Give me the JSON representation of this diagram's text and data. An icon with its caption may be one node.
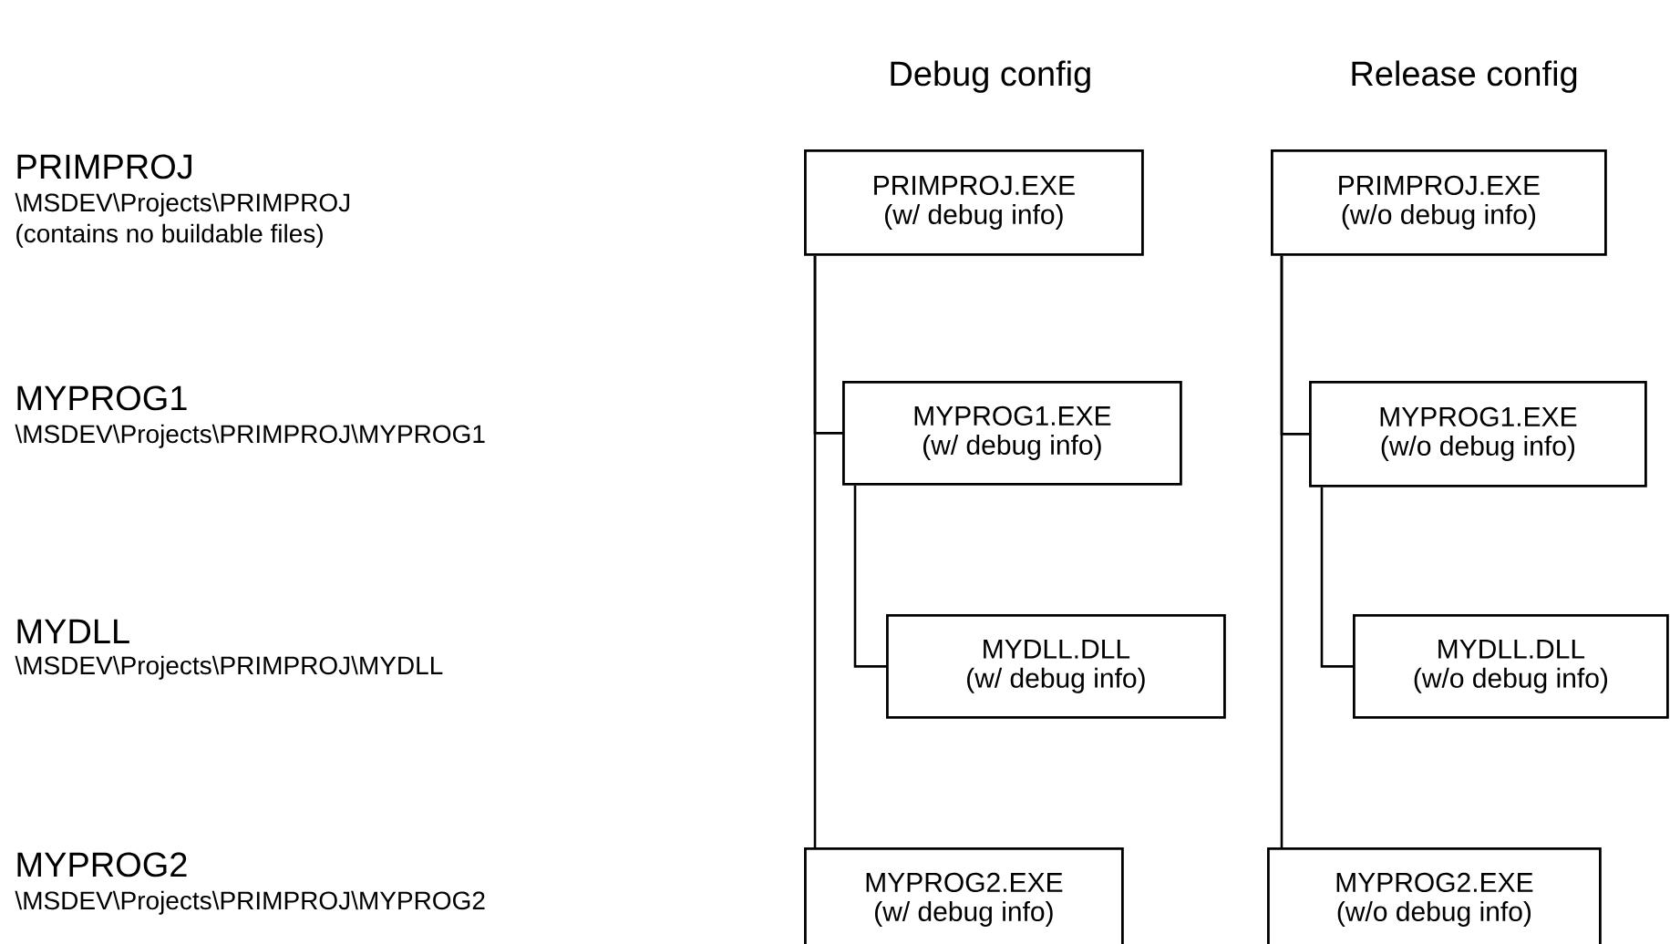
{
  "diagram": {
    "nodes": [
      {
        "text": [
          "PRIMPROJ.EXE",
          "(w/ debug info)"
        ]
      },
      {
        "text": [
          "MYPROG1.EXE",
          "(w/ debug info)"
        ]
      },
      {
        "text": [
          "MYDLL.DLL",
          "(w/ debug info)"
        ]
      },
      {
        "text": [
          "MYPROG2.EXE",
          "(w/ debug info)"
        ]
      },
      {
        "text": [
          "PRIMPROJ.EXE",
          "(w/o debug info)"
        ]
      },
      {
        "text": [
          "MYPROG1.EXE",
          "(w/o debug info)"
        ]
      },
      {
        "text": [
          "MYDLL.DLL",
          "(w/o debug info)"
        ]
      },
      {
        "text": [
          "MYPROG2.EXE",
          "(w/o debug info)"
        ]
      }
    ],
    "edges": [
      {
        "from": 0,
        "to": 1,
        "arrow": "none"
      },
      {
        "from": 0,
        "to": 3,
        "arrow": "none"
      },
      {
        "from": 1,
        "to": 2,
        "arrow": "none"
      },
      {
        "from": 4,
        "to": 5,
        "arrow": "none"
      },
      {
        "from": 4,
        "to": 7,
        "arrow": "none"
      },
      {
        "from": 5,
        "to": 6,
        "arrow": "none"
      }
    ],
    "labels": [
      "Debug config",
      "Release config",
      "PRIMPROJ",
      "\\MSDEV\\Projects\\PRIMPROJ",
      "(contains no buildable files)",
      "MYPROG1",
      "\\MSDEV\\Projects\\PRIMPROJ\\MYPROG1",
      "MYDLL",
      "\\MSDEV\\Projects\\PRIMPROJ\\MYDLL",
      "MYPROG2",
      "\\MSDEV\\Projects\\PRIMPROJ\\MYPROG2"
    ]
  }
}
